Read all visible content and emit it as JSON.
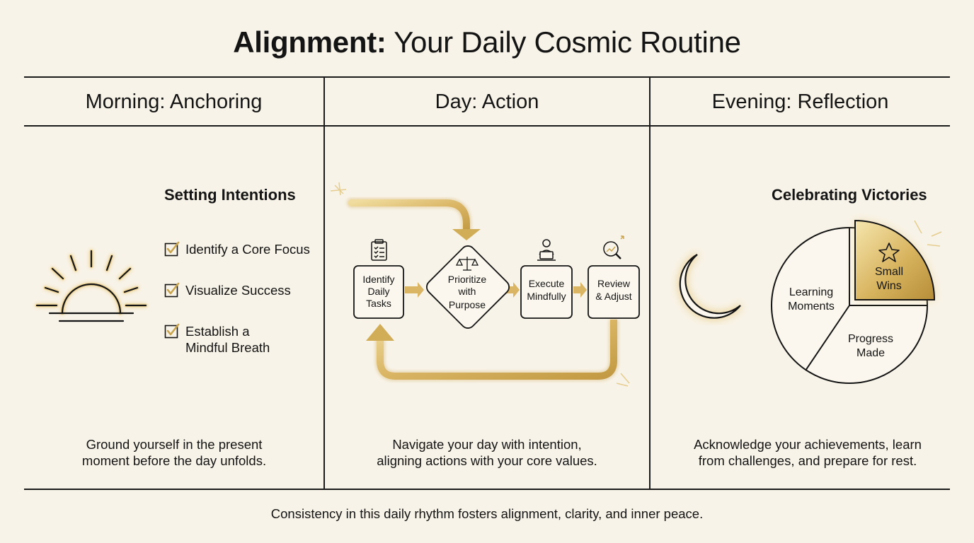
{
  "title": {
    "bold": "Alignment:",
    "rest": " Your Daily Cosmic Routine"
  },
  "columns": [
    {
      "heading": "Morning: Anchoring",
      "subtitle": "Setting Intentions",
      "items": [
        "Identify a Core Focus",
        "Visualize Success",
        "Establish a\nMindful Breath"
      ],
      "caption": "Ground yourself in the present\nmoment before the day unfolds."
    },
    {
      "heading": "Day: Action",
      "steps": [
        {
          "lines": [
            "Identify",
            "Daily",
            "Tasks"
          ],
          "icon": "clipboard-icon"
        },
        {
          "lines": [
            "Prioritize",
            "with",
            "Purpose"
          ],
          "icon": "scales-icon"
        },
        {
          "lines": [
            "Execute",
            "Mindfully"
          ],
          "icon": "person-laptop-icon"
        },
        {
          "lines": [
            "Review",
            "& Adjust"
          ],
          "icon": "magnifier-chart-icon"
        }
      ],
      "caption": "Navigate your day with intention,\naligning actions with your core values."
    },
    {
      "heading": "Evening: Reflection",
      "subtitle": "Celebrating Victories",
      "segments": [
        {
          "lines": [
            "Small",
            "Wins"
          ],
          "icon": "star-icon"
        },
        {
          "lines": [
            "Progress",
            "Made"
          ]
        },
        {
          "lines": [
            "Learning",
            "Moments"
          ]
        }
      ],
      "caption": "Acknowledge your achievements, learn\nfrom challenges, and prepare for rest."
    }
  ],
  "footer": "Consistency in this daily rhythm fosters alignment, clarity, and inner peace.",
  "colors": {
    "background": "#f8f3e8",
    "gold": "#c9a44e",
    "gold_light": "#e8d08a",
    "ink": "#141414"
  }
}
